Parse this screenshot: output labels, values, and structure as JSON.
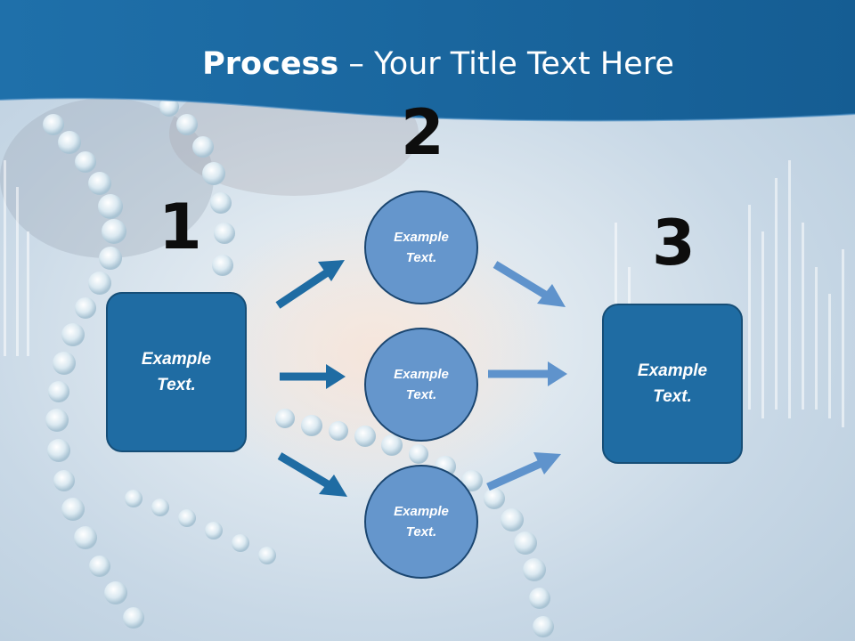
{
  "slide": {
    "title_bold": "Process",
    "title_rest": " – Your Title Text Here"
  },
  "steps": {
    "one": {
      "number": "1",
      "label": "Example\nText."
    },
    "two": {
      "number": "2",
      "circles": [
        {
          "label": "Example\nText."
        },
        {
          "label": "Example\nText."
        },
        {
          "label": "Example\nText."
        }
      ]
    },
    "three": {
      "number": "3",
      "label": "Example\nText."
    }
  },
  "colors": {
    "header": "#1a67a0",
    "box": "#1f6ca3",
    "circle": "#6596cc",
    "arrow_dark": "#1f6ca3",
    "arrow_light": "#5f93cc"
  }
}
